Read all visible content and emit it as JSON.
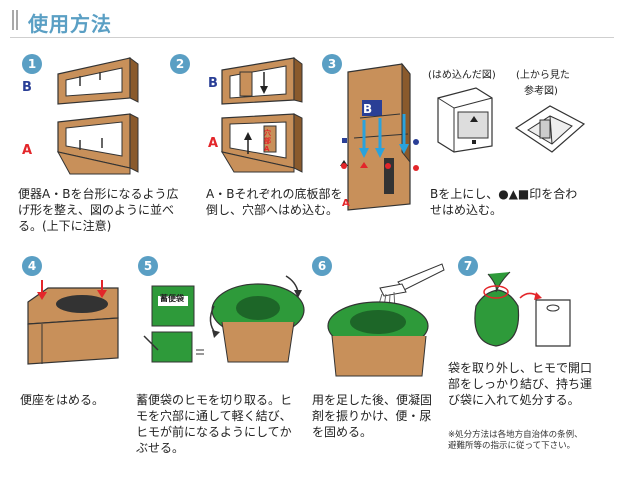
{
  "header": {
    "title": "使用方法"
  },
  "colors": {
    "step_badge": "#5a9fc4",
    "cardboard": "#c8905a",
    "cardboard_dark": "#8a5a2c",
    "bag_green": "#2e9a3a",
    "label_blue": "#2a3f96",
    "label_red": "#e3262a",
    "arrow_blue": "#2aa2dc"
  },
  "steps": [
    {
      "num": "1",
      "text": "便器A・Bを台形になるよう広げ形を整え、図のように並べる。(上下に注意)",
      "label_a": "A",
      "label_b": "B"
    },
    {
      "num": "2",
      "text": "A・Bそれぞれの底板部を倒し、穴部へはめ込む。",
      "label_a": "A",
      "label_b": "B",
      "hole_label": "穴部A"
    },
    {
      "num": "3",
      "text": "Bを上にし、●▲■印を合わせはめ込む。",
      "label_a": "A",
      "label_b": "B",
      "fig1_label": "(はめ込んだ図)",
      "fig2_label_1": "(上から見た",
      "fig2_label_2": "参考図)"
    },
    {
      "num": "4",
      "text": "便座をはめる。"
    },
    {
      "num": "5",
      "text": "蓄便袋のヒモを切り取る。ヒモを穴部に通して軽く結び、ヒモが前になるようにしてかぶせる。",
      "bag_label": "蓄便袋"
    },
    {
      "num": "6",
      "text": "用を足した後、便凝固剤を振りかけ、便・尿を固める。"
    },
    {
      "num": "7",
      "text": "袋を取り外し、ヒモで開口部をしっかり結び、持ち運び袋に入れて処分する。",
      "note": "※処分方法は各地方自治体の条例、避難所等の指示に従って下さい。"
    }
  ]
}
